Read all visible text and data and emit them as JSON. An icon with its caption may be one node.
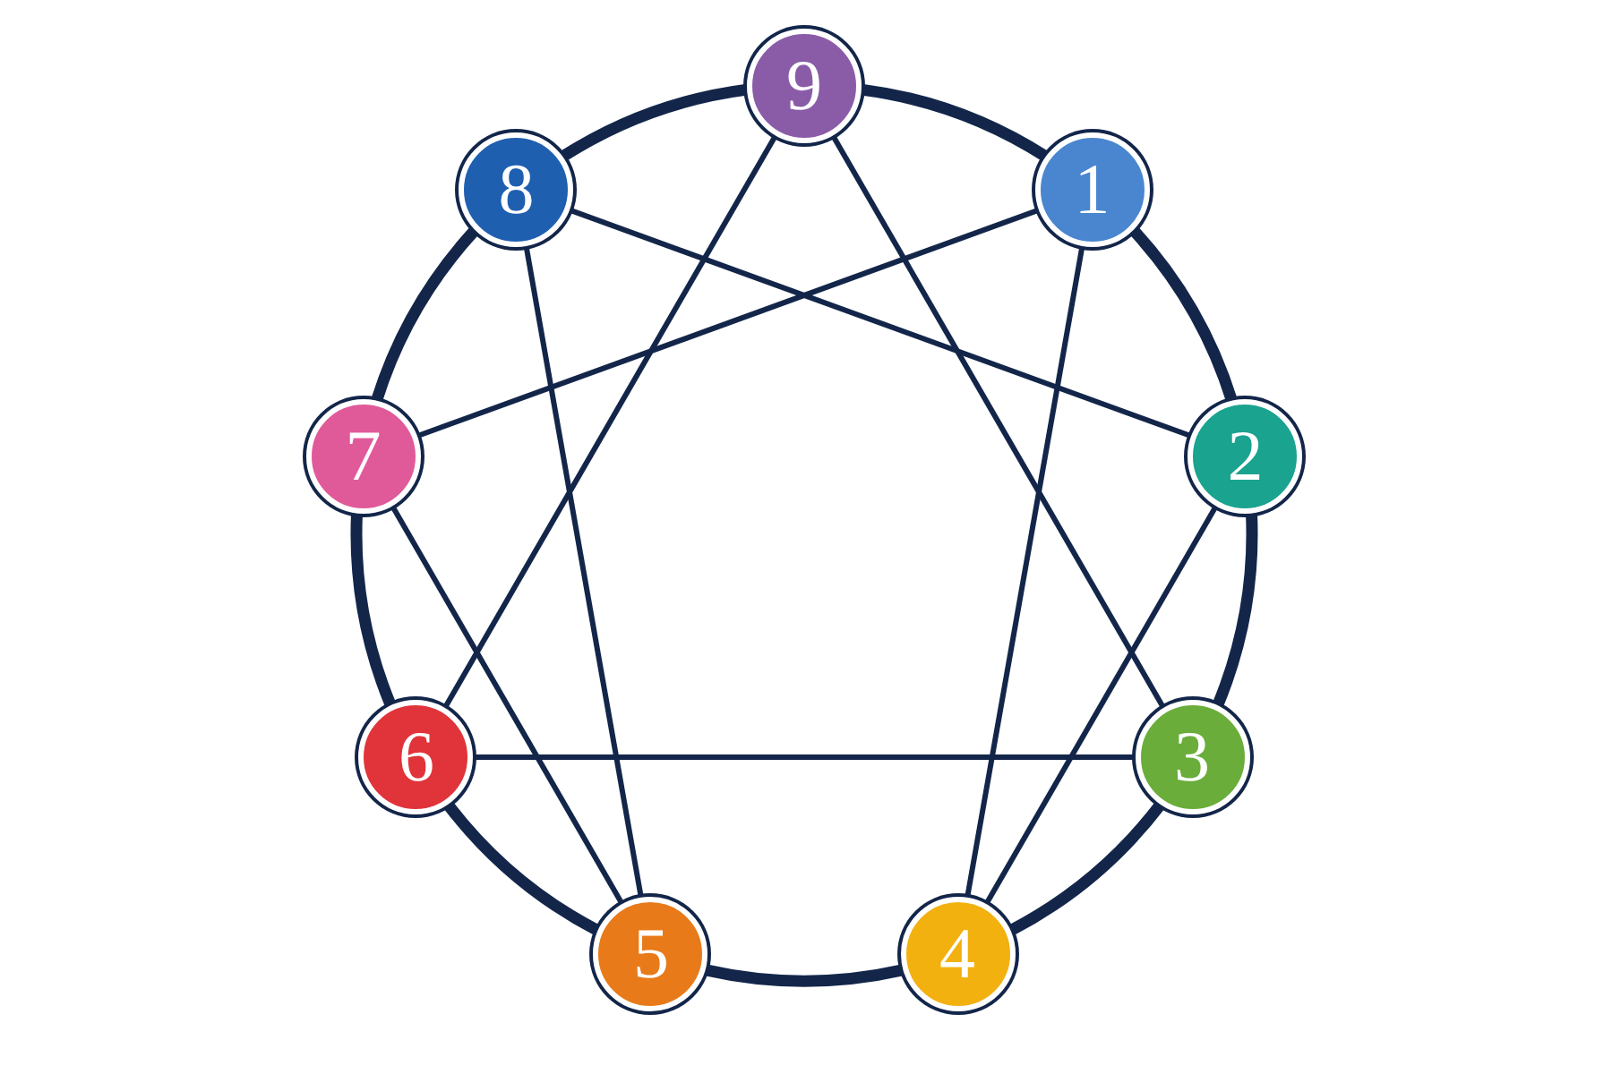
{
  "diagram": {
    "nodes": [
      {
        "text": [
          "9"
        ]
      },
      {
        "text": [
          "8"
        ]
      },
      {
        "text": [
          "1"
        ]
      },
      {
        "text": [
          "7"
        ]
      },
      {
        "text": [
          "2"
        ]
      },
      {
        "text": [
          "6"
        ]
      },
      {
        "text": [
          "3"
        ]
      },
      {
        "text": [
          "5"
        ]
      },
      {
        "text": [
          "4"
        ]
      }
    ],
    "edges": [
      {
        "from": 0,
        "to": 6,
        "arrow": "none"
      },
      {
        "from": 0,
        "to": 5,
        "arrow": "none"
      },
      {
        "from": 6,
        "to": 5,
        "arrow": "none"
      },
      {
        "from": 2,
        "to": 8,
        "arrow": "none"
      },
      {
        "from": 8,
        "to": 4,
        "arrow": "none"
      },
      {
        "from": 4,
        "to": 1,
        "arrow": "none"
      },
      {
        "from": 1,
        "to": 7,
        "arrow": "none"
      },
      {
        "from": 7,
        "to": 3,
        "arrow": "none"
      },
      {
        "from": 3,
        "to": 2,
        "arrow": "none"
      },
      {
        "from": 0,
        "to": 2,
        "arrow": "none",
        "style": "thick"
      },
      {
        "from": 2,
        "to": 4,
        "arrow": "none",
        "style": "thick"
      },
      {
        "from": 4,
        "to": 6,
        "arrow": "none",
        "style": "thick"
      },
      {
        "from": 6,
        "to": 8,
        "arrow": "none",
        "style": "thick"
      },
      {
        "from": 8,
        "to": 7,
        "arrow": "none",
        "style": "thick"
      },
      {
        "from": 7,
        "to": 5,
        "arrow": "none",
        "style": "thick"
      },
      {
        "from": 5,
        "to": 3,
        "arrow": "none",
        "style": "thick"
      },
      {
        "from": 3,
        "to": 1,
        "arrow": "none",
        "style": "thick"
      },
      {
        "from": 1,
        "to": 0,
        "arrow": "none",
        "style": "thick"
      }
    ]
  }
}
